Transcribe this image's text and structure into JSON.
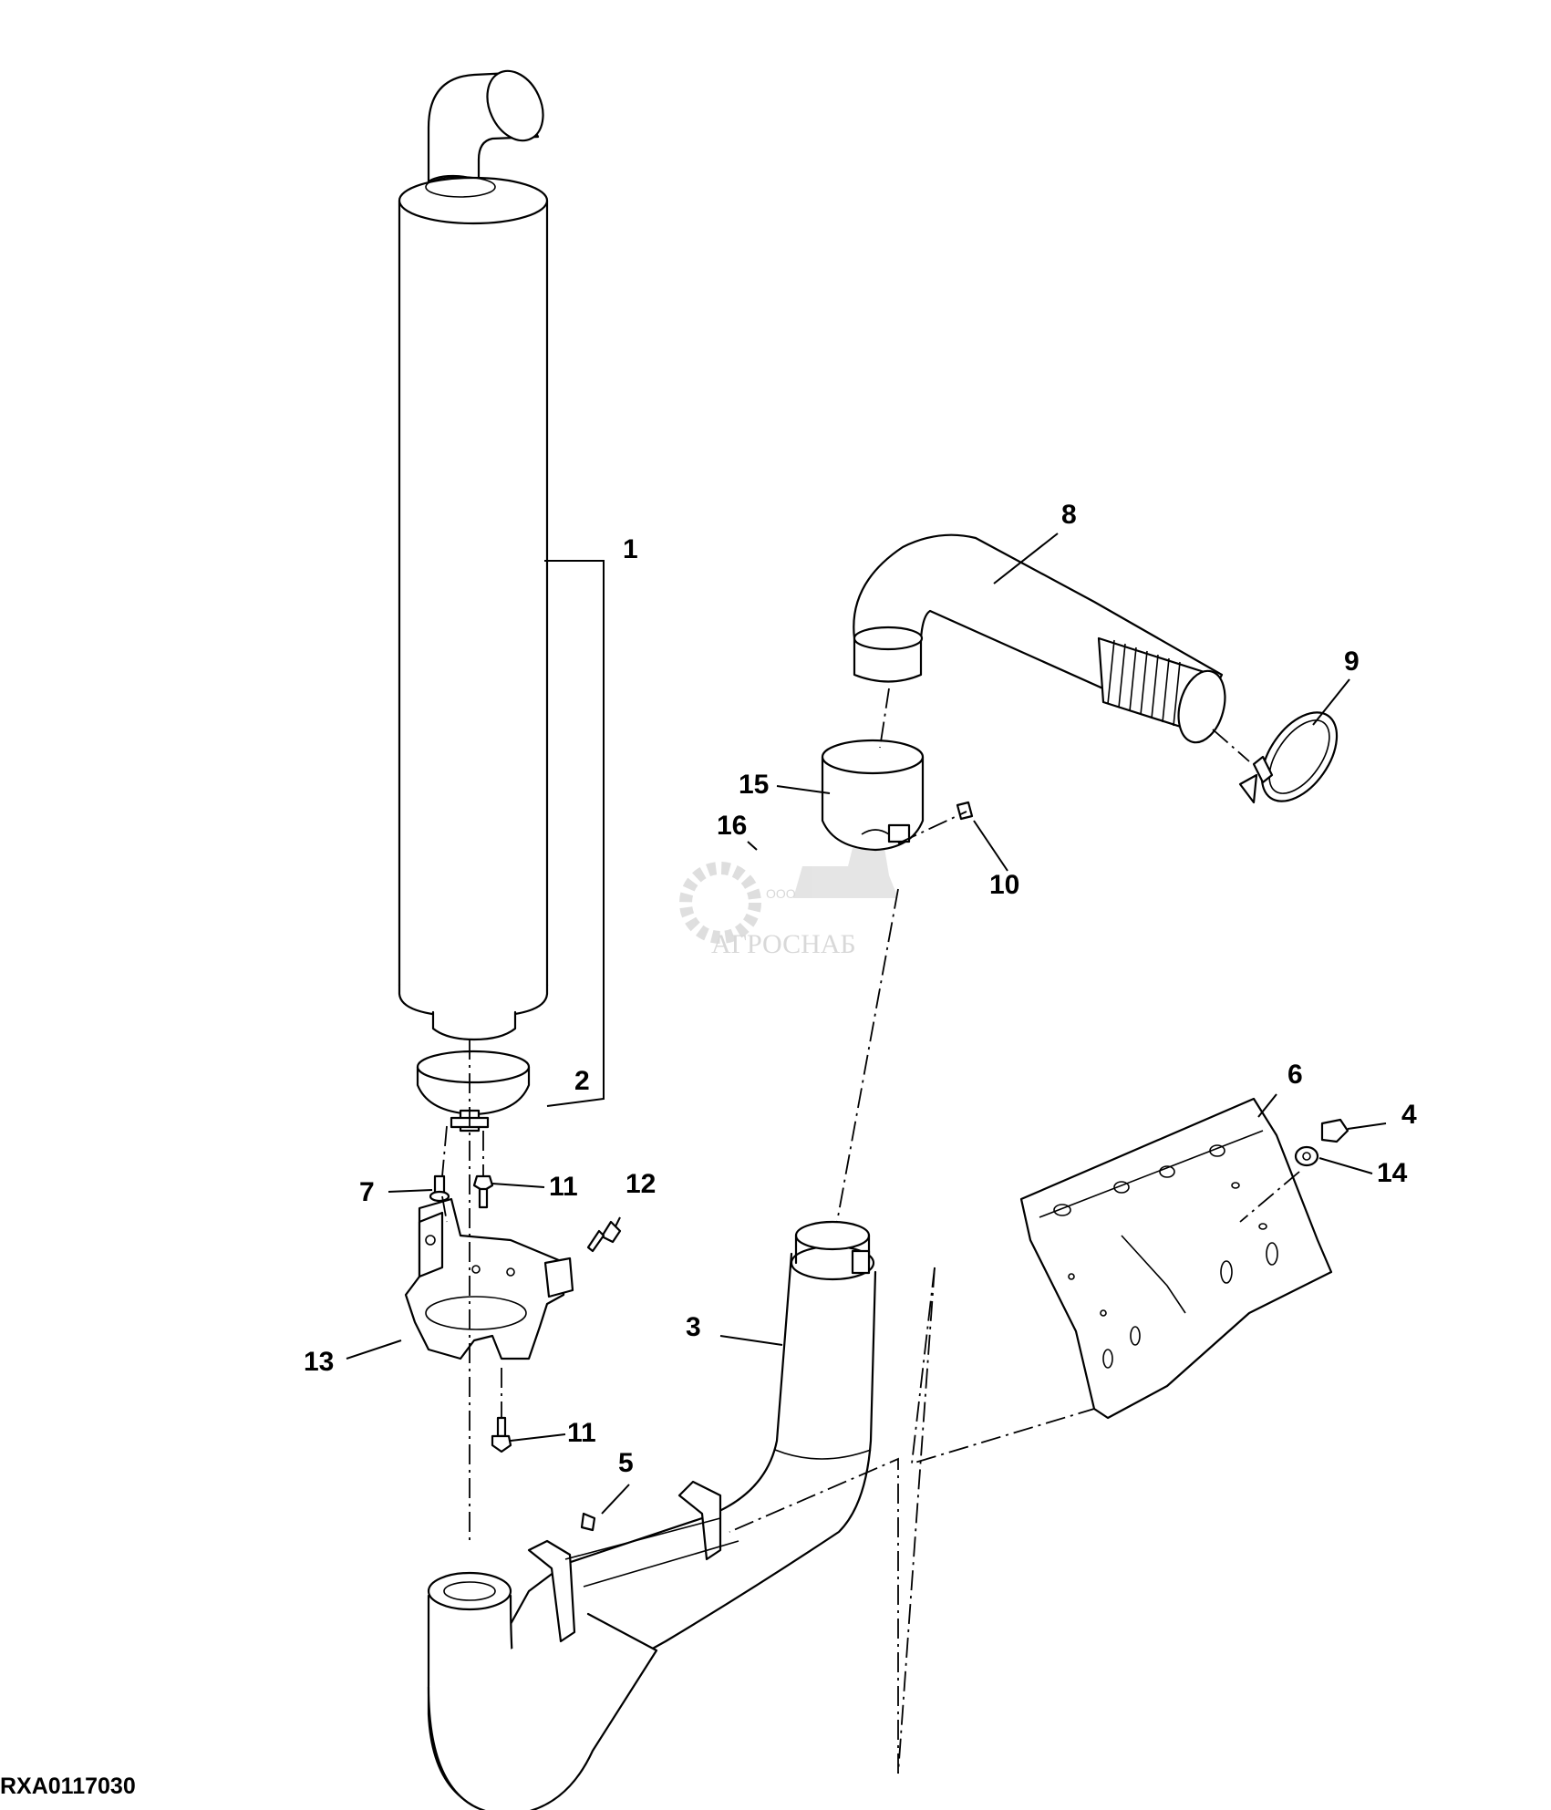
{
  "figure_code": "RXA0117030",
  "watermark": {
    "small": "ООО",
    "main": "АГРОСНАБ"
  },
  "callouts": {
    "c1": "1",
    "c2": "2",
    "c3": "3",
    "c4": "4",
    "c5": "5",
    "c6": "6",
    "c7": "7",
    "c8": "8",
    "c9": "9",
    "c10": "10",
    "c11a": "11",
    "c11b": "11",
    "c12": "12",
    "c13": "13",
    "c14": "14",
    "c15": "15",
    "c16": "16"
  }
}
